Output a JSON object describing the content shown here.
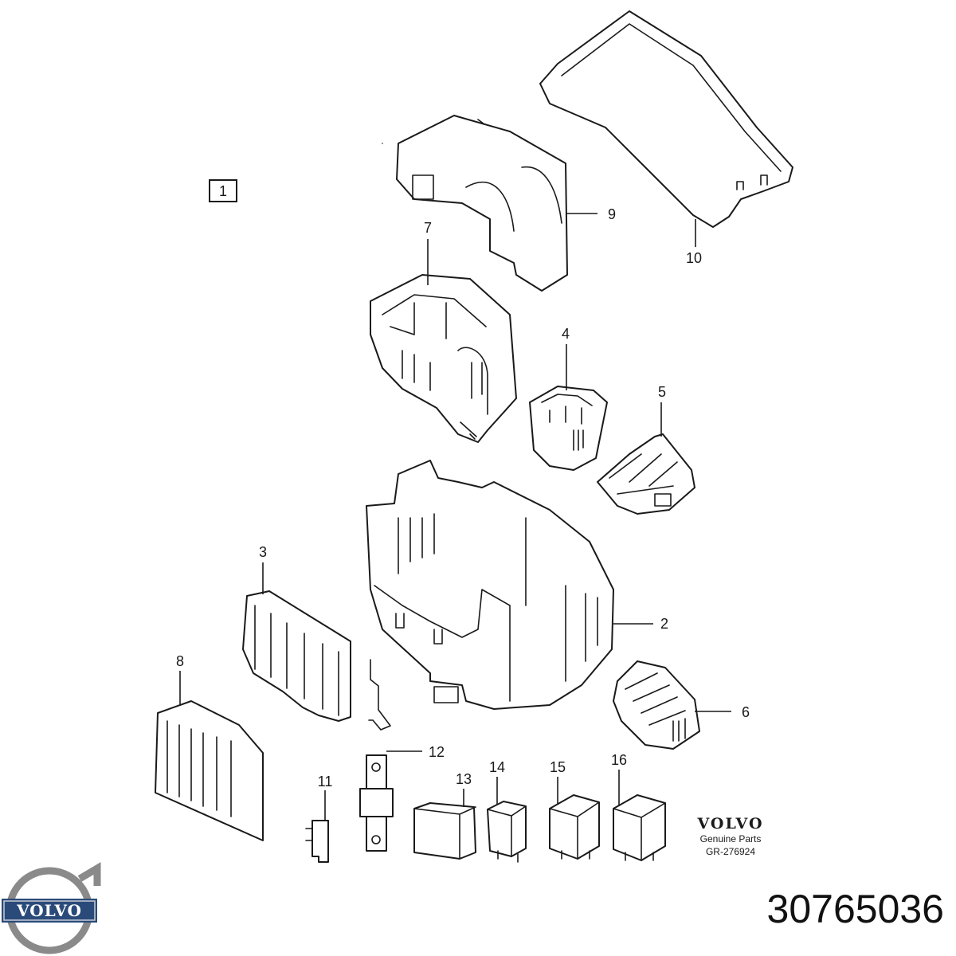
{
  "section": {
    "label": "1"
  },
  "callouts": {
    "c2": "2",
    "c3": "3",
    "c4": "4",
    "c5": "5",
    "c6": "6",
    "c7": "7",
    "c8": "8",
    "c9": "9",
    "c10": "10",
    "c11": "11",
    "c12": "12",
    "c13": "13",
    "c14": "14",
    "c15": "15",
    "c16": "16"
  },
  "brand_block": {
    "wordmark": "VOLVO",
    "subtitle": "Genuine Parts",
    "drawing_ref": "GR-276924"
  },
  "logo": {
    "text": "VOLVO",
    "icon": "volvo-iron-mark-icon"
  },
  "part_number": "30765036",
  "colors": {
    "line": "#1a1a1a",
    "logo_blue": "#2a4a7a",
    "logo_ring": "#8a8a8a"
  }
}
